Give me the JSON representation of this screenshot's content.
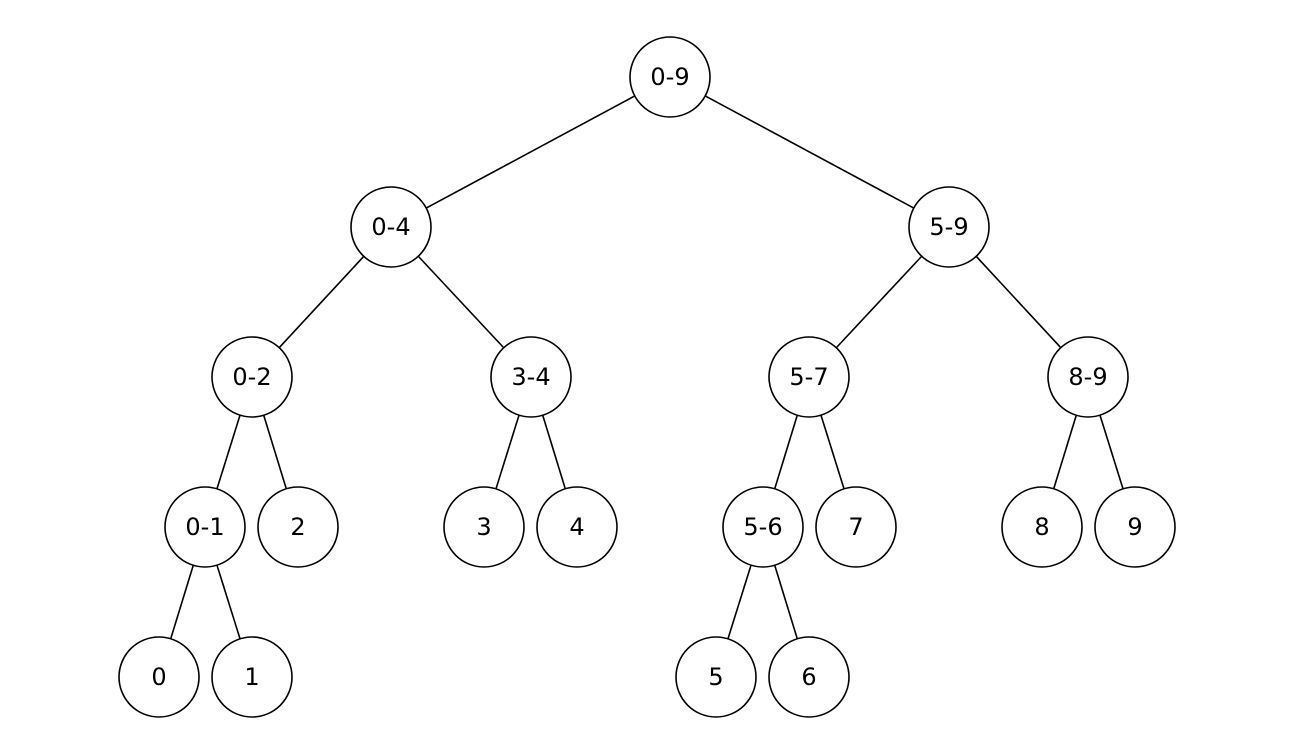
{
  "nodes": [
    {
      "id": "n09",
      "label": "0-9"
    },
    {
      "id": "n04",
      "label": "0-4"
    },
    {
      "id": "n59",
      "label": "5-9"
    },
    {
      "id": "n02",
      "label": "0-2"
    },
    {
      "id": "n34",
      "label": "3-4"
    },
    {
      "id": "n57",
      "label": "5-7"
    },
    {
      "id": "n89",
      "label": "8-9"
    },
    {
      "id": "n01",
      "label": "0-1"
    },
    {
      "id": "n2",
      "label": "2"
    },
    {
      "id": "n3",
      "label": "3"
    },
    {
      "id": "n4",
      "label": "4"
    },
    {
      "id": "n56",
      "label": "5-6"
    },
    {
      "id": "n7",
      "label": "7"
    },
    {
      "id": "n8",
      "label": "8"
    },
    {
      "id": "n9",
      "label": "9"
    },
    {
      "id": "n0",
      "label": "0"
    },
    {
      "id": "n1",
      "label": "1"
    },
    {
      "id": "n5",
      "label": "5"
    },
    {
      "id": "n6",
      "label": "6"
    }
  ],
  "edges": [
    [
      "n09",
      "n04"
    ],
    [
      "n09",
      "n59"
    ],
    [
      "n04",
      "n02"
    ],
    [
      "n04",
      "n34"
    ],
    [
      "n59",
      "n57"
    ],
    [
      "n59",
      "n89"
    ],
    [
      "n02",
      "n01"
    ],
    [
      "n02",
      "n2"
    ],
    [
      "n34",
      "n3"
    ],
    [
      "n34",
      "n4"
    ],
    [
      "n57",
      "n56"
    ],
    [
      "n57",
      "n7"
    ],
    [
      "n89",
      "n8"
    ],
    [
      "n89",
      "n9"
    ],
    [
      "n01",
      "n0"
    ],
    [
      "n01",
      "n1"
    ],
    [
      "n56",
      "n5"
    ],
    [
      "n56",
      "n6"
    ]
  ]
}
